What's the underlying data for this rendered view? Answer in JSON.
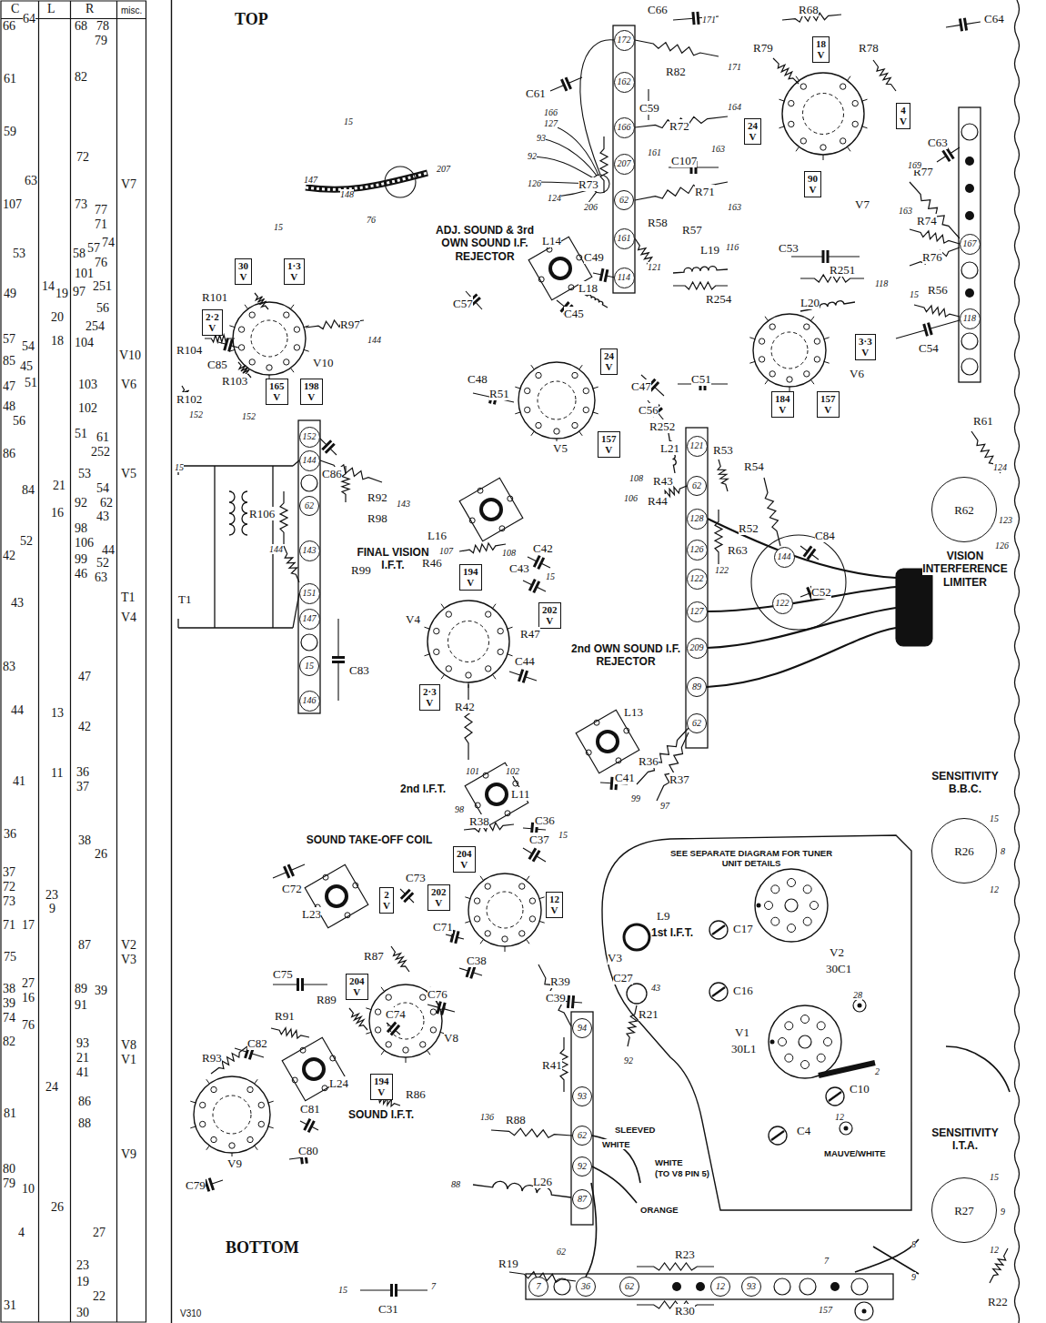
{
  "diagram": {
    "nodes": [
      {
        "text": [
          "30 V"
        ]
      },
      {
        "text": [
          "1·3 V"
        ]
      },
      {
        "text": [
          "2·2 V"
        ]
      },
      {
        "text": [
          "165 V"
        ]
      },
      {
        "text": [
          "198 V"
        ]
      },
      {
        "text": [
          "18 V"
        ]
      },
      {
        "text": [
          "24 V"
        ]
      },
      {
        "text": [
          "4 V"
        ]
      },
      {
        "text": [
          "90 V"
        ]
      },
      {
        "text": [
          "24 V"
        ]
      },
      {
        "text": [
          "3·3 V"
        ]
      },
      {
        "text": [
          "184 V"
        ]
      },
      {
        "text": [
          "157 V"
        ]
      },
      {
        "text": [
          "157 V"
        ]
      },
      {
        "text": [
          "194 V"
        ]
      },
      {
        "text": [
          "202 V"
        ]
      },
      {
        "text": [
          "2·3 V"
        ]
      },
      {
        "text": [
          "204 V"
        ]
      },
      {
        "text": [
          "202 V"
        ]
      },
      {
        "text": [
          "12 V"
        ]
      },
      {
        "text": [
          "2 V"
        ]
      },
      {
        "text": [
          "204 V"
        ]
      },
      {
        "text": [
          "194 V"
        ]
      },
      {
        "text": [
          "172"
        ]
      },
      {
        "text": [
          "162"
        ]
      },
      {
        "text": [
          "166"
        ]
      },
      {
        "text": [
          "207"
        ]
      },
      {
        "text": [
          "62"
        ]
      },
      {
        "text": [
          "161"
        ]
      },
      {
        "text": [
          "114"
        ]
      },
      {
        "text": [
          "167"
        ]
      },
      {
        "text": [
          "118"
        ]
      },
      {
        "text": [
          "152"
        ]
      },
      {
        "text": [
          "144"
        ]
      },
      {
        "text": [
          "62"
        ]
      },
      {
        "text": [
          "143"
        ]
      },
      {
        "text": [
          "151"
        ]
      },
      {
        "text": [
          "147"
        ]
      },
      {
        "text": [
          "15"
        ]
      },
      {
        "text": [
          "146"
        ]
      },
      {
        "text": [
          "144"
        ]
      },
      {
        "text": [
          "122"
        ]
      },
      {
        "text": [
          "121"
        ]
      },
      {
        "text": [
          "62"
        ]
      },
      {
        "text": [
          "128"
        ]
      },
      {
        "text": [
          "126"
        ]
      },
      {
        "text": [
          "122"
        ]
      },
      {
        "text": [
          "127"
        ]
      },
      {
        "text": [
          "209"
        ]
      },
      {
        "text": [
          "89"
        ]
      },
      {
        "text": [
          "62"
        ]
      },
      {
        "text": [
          "94"
        ]
      },
      {
        "text": [
          "93"
        ]
      },
      {
        "text": [
          "62"
        ]
      },
      {
        "text": [
          "92"
        ]
      },
      {
        "text": [
          "87"
        ]
      },
      {
        "text": [
          "7"
        ]
      },
      {
        "text": [
          "36"
        ]
      },
      {
        "text": [
          "62"
        ]
      },
      {
        "text": [
          "12"
        ]
      },
      {
        "text": [
          "93"
        ]
      },
      {
        "text": [
          "R62"
        ]
      },
      {
        "text": [
          "R26"
        ]
      },
      {
        "text": [
          "R27"
        ]
      }
    ],
    "labels": [
      "C",
      "L",
      "R",
      "misc.",
      "66",
      "64",
      "61",
      "59",
      "63",
      "107",
      "53",
      "49",
      "57",
      "54",
      "85",
      "45",
      "47",
      "51",
      "48",
      "56",
      "86",
      "84",
      "52",
      "42",
      "43",
      "83",
      "44",
      "41",
      "36",
      "37",
      "72",
      "73",
      "71",
      "17",
      "75",
      "38",
      "27",
      "39",
      "16",
      "74",
      "76",
      "82",
      "81",
      "80",
      "79",
      "10",
      "4",
      "31",
      "14",
      "19",
      "20",
      "18",
      "21",
      "16",
      "13",
      "11",
      "23",
      "9",
      "24",
      "26",
      "68",
      "78",
      "79",
      "82",
      "72",
      "73",
      "77",
      "71",
      "58",
      "57",
      "74",
      "76",
      "101",
      "97",
      "251",
      "56",
      "254",
      "104",
      "103",
      "102",
      "51",
      "61",
      "252",
      "53",
      "54",
      "92",
      "62",
      "43",
      "98",
      "106",
      "44",
      "99",
      "52",
      "46",
      "63",
      "47",
      "42",
      "36",
      "37",
      "38",
      "26",
      "87",
      "89",
      "39",
      "91",
      "93",
      "21",
      "41",
      "86",
      "88",
      "27",
      "23",
      "19",
      "22",
      "30",
      "V7",
      "V10",
      "V6",
      "V5",
      "T1",
      "V4",
      "V2",
      "V3",
      "V8",
      "V1",
      "V9",
      "TOP",
      "BOTTOM",
      "ADJ. SOUND & 3rd OWN SOUND I.F. REJECTOR",
      "FINAL VISION I.F.T.",
      "2nd OWN SOUND I.F. REJECTOR",
      "2nd I.F.T.",
      "SOUND TAKE-OFF COIL",
      "SOUND I.F.T.",
      "SEE SEPARATE DIAGRAM FOR TUNER UNIT DETAILS",
      "VISION INTERFERENCE LIMITER",
      "SENSITIVITY B.B.C.",
      "SENSITIVITY I.T.A.",
      "V310",
      "L9",
      "1st I.F.T.",
      "V2",
      "30C1",
      "V1",
      "30L1",
      "MAUVE/WHITE",
      "SLEEVED",
      "WHITE",
      "WHITE",
      "(TO V8 PIN 5)",
      "ORANGE",
      "R68",
      "C64",
      "C66",
      "R79",
      "R78",
      "C61",
      "R82",
      "C59",
      "R72",
      "C107",
      "R73",
      "R71",
      "R58",
      "R57",
      "L19",
      "C49",
      "L14",
      "C57",
      "C45",
      "L18",
      "C53",
      "R251",
      "L20",
      "R254",
      "V6",
      "C63",
      "R77",
      "R74",
      "R76",
      "R56",
      "C54",
      "V7",
      "C48",
      "R51",
      "C47",
      "C56",
      "C51",
      "V5",
      "R252",
      "L21",
      "R53",
      "R54",
      "R43",
      "R44",
      "R52",
      "R63",
      "C84",
      "C52",
      "L16",
      "R46",
      "C42",
      "C43",
      "V4",
      "R47",
      "C44",
      "L13",
      "R42",
      "R36",
      "R37",
      "C41",
      "L11",
      "R38",
      "C36",
      "C86",
      "R92",
      "R98",
      "R99",
      "R106",
      "T1",
      "C83",
      "R101",
      "R97",
      "R104",
      "C85",
      "R103",
      "V10",
      "R102",
      "C72",
      "L23",
      "C73",
      "C71",
      "C37",
      "V3",
      "R87",
      "C75",
      "C38",
      "R39",
      "C39",
      "C27",
      "R21",
      "C76",
      "V8",
      "R89",
      "R91",
      "C74",
      "C82",
      "R93",
      "L24",
      "R86",
      "C81",
      "C80",
      "V9",
      "C79",
      "R41",
      "R88",
      "L26",
      "C31",
      "R23",
      "R30",
      "R19",
      "C17",
      "C16",
      "C10",
      "C4",
      "R61",
      "R22",
      "207",
      "147",
      "148",
      "76",
      "15",
      "127",
      "93",
      "92",
      "126",
      "124",
      "206",
      "171",
      "171",
      "166",
      "161",
      "164",
      "163",
      "163",
      "121",
      "116",
      "118",
      "169",
      "163",
      "15",
      "15",
      "144",
      "152",
      "152",
      "15",
      "144",
      "143",
      "107",
      "108",
      "15",
      "99",
      "97",
      "98",
      "101",
      "102",
      "106",
      "108",
      "122",
      "124",
      "123",
      "126",
      "15",
      "8",
      "12",
      "15",
      "9",
      "12",
      "15",
      "136",
      "88",
      "62",
      "43",
      "92",
      "2",
      "12",
      "28",
      "8",
      "7",
      "9",
      "157",
      "15",
      "7"
    ]
  }
}
